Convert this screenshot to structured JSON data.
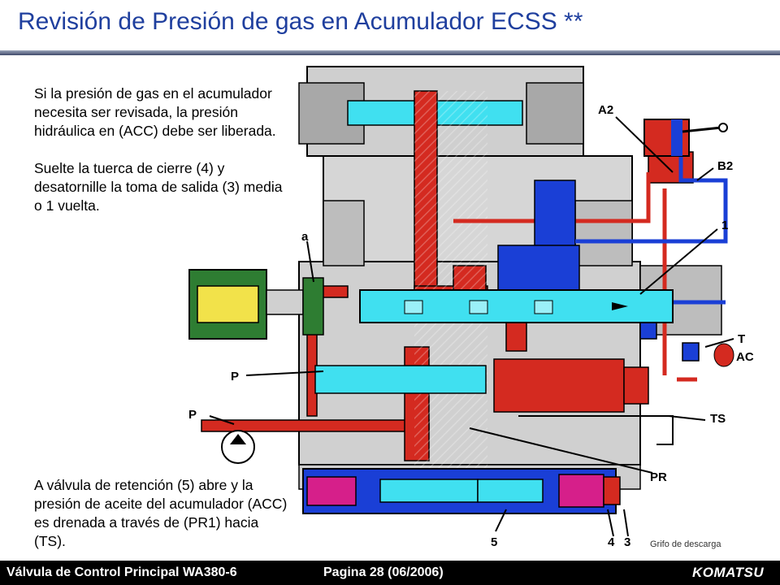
{
  "slide": {
    "title": "Revisión de Presión de gas en Acumulador ECSS **",
    "paragraphs": [
      "Si la presión de gas en el acumulador necesita ser revisada, la presión hidráulica en (ACC) debe ser liberada.",
      "Suelte la tuerca de cierre (4) y desatornille la toma de salida (3) media o 1 vuelta.",
      "A válvula de retención (5) abre y la presión de aceite del acumulador (ACC) es drenada a través de (PR1) hacia (TS)."
    ],
    "footnote": "Grifo de descarga"
  },
  "diagram": {
    "labels": {
      "a2": "A2",
      "b2": "B2",
      "one": "1",
      "a": "a",
      "t": "T",
      "acc": "ACC",
      "p_upper": "P",
      "p_lower": "P",
      "ts": "TS",
      "pr": "PR",
      "five": "5",
      "four": "4",
      "three": "3"
    },
    "colors": {
      "pressure_red": "#d42a20",
      "pilot_blue": "#1a3fd6",
      "spool_cyan": "#40e0f0",
      "body_gray": "#c8c8c8",
      "solenoid_green": "#2e7d32",
      "solenoid_yellow": "#f2e24a",
      "magenta": "#d61f8a"
    }
  },
  "footer": {
    "left": "Válvula de Control Principal WA380-6",
    "page": "Pagina 28 (06/2006)",
    "logo": "KOMATSU"
  }
}
